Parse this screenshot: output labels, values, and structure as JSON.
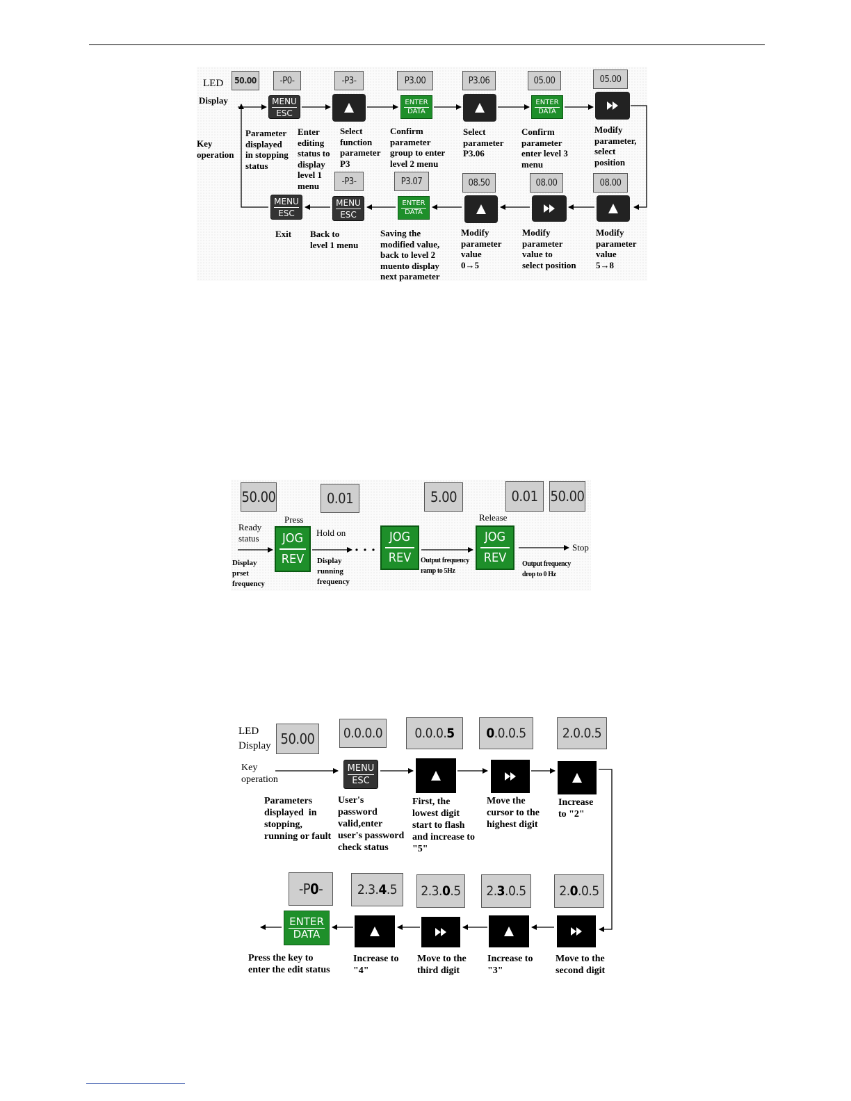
{
  "diagram1": {
    "led_label": "LED",
    "display_label": "Display",
    "key_label": "Key\noperation",
    "leds_top": [
      "50.00",
      "-P0-",
      "-P3-",
      "P3.00",
      "P3.06",
      "05.00",
      "05.00"
    ],
    "leds_bottom": [
      "-P3-",
      "P3.07",
      "08.50",
      "08.00",
      "08.00"
    ],
    "keys": {
      "menu_top": "MENU",
      "menu_bottom": "ESC",
      "enter_top": "ENTER",
      "enter_bottom": "DATA"
    },
    "captions_top": [
      "Parameter\ndisplayed\nin stopping\nstatus",
      "Enter\nediting\nstatus to\ndisplay\nlevel 1\nmenu",
      "Select\nfunction\nparameter\nP3",
      "Confirm\nparameter\ngroup to enter\nlevel 2 menu",
      "Select\nparameter\nP3.06",
      "Confirm\nparameter\nenter level 3\nmenu",
      "Modify\nparameter,\nselect\nposition"
    ],
    "captions_bottom": [
      "Exit",
      "Back to\nlevel 1 menu",
      "Saving the\nmodified value,\nback to level 2\nmuento display\nnext parameter",
      "Modify\nparameter\nvalue\n0→5",
      "Modify\nparameter\nvalue to\nselect position",
      "Modify\nparameter\nvalue\n5→8"
    ]
  },
  "diagram2": {
    "leds": [
      "50.00",
      "0.01",
      "5.00",
      "0.01",
      "50.00"
    ],
    "jog_top": "JOG",
    "jog_bottom": "REV",
    "press": "Press",
    "release": "Release",
    "ready": "Ready\nstatus",
    "hold": "Hold on",
    "stop": "Stop",
    "display_preset": "Display\nprset\nfrequency",
    "display_running": "Display\nrunning\nfrequency",
    "ramp": "Output frequency\nramp to 5Hz",
    "drop": "Output frequency\ndrop to 0 Hz"
  },
  "diagram3": {
    "led_label": "LED\nDisplay",
    "key_label": "Key\noperation",
    "led_top": [
      "50.00",
      "0.0.0.0",
      "0.0.0.5",
      "0.0.0.5",
      "2.0.0.5"
    ],
    "led_bottom": [
      "-P0-",
      "2.3.4.5",
      "2.3.0.5",
      "2.3.0.5",
      "2.0.0.5"
    ],
    "captions_top": [
      "Parameters\ndisplayed  in\nstopping,\nrunning or fault",
      "User's\npassword\nvalid,enter\nuser's password\ncheck status",
      "First, the\nlowest digit\nstart to flash\nand increase to\n\"5\"",
      "Move the\ncursor to the\nhighest digit",
      "Increase\nto \"2\""
    ],
    "captions_bottom": [
      "Press the key to\nenter the edit status",
      "Increase to\n\"4\"",
      "Move to the\nthird digit",
      "Increase to\n\"3\"",
      "Move to the\nsecond digit"
    ],
    "keys": {
      "menu_top": "MENU",
      "menu_bottom": "ESC",
      "enter_top": "ENTER",
      "enter_bottom": "DATA"
    }
  }
}
